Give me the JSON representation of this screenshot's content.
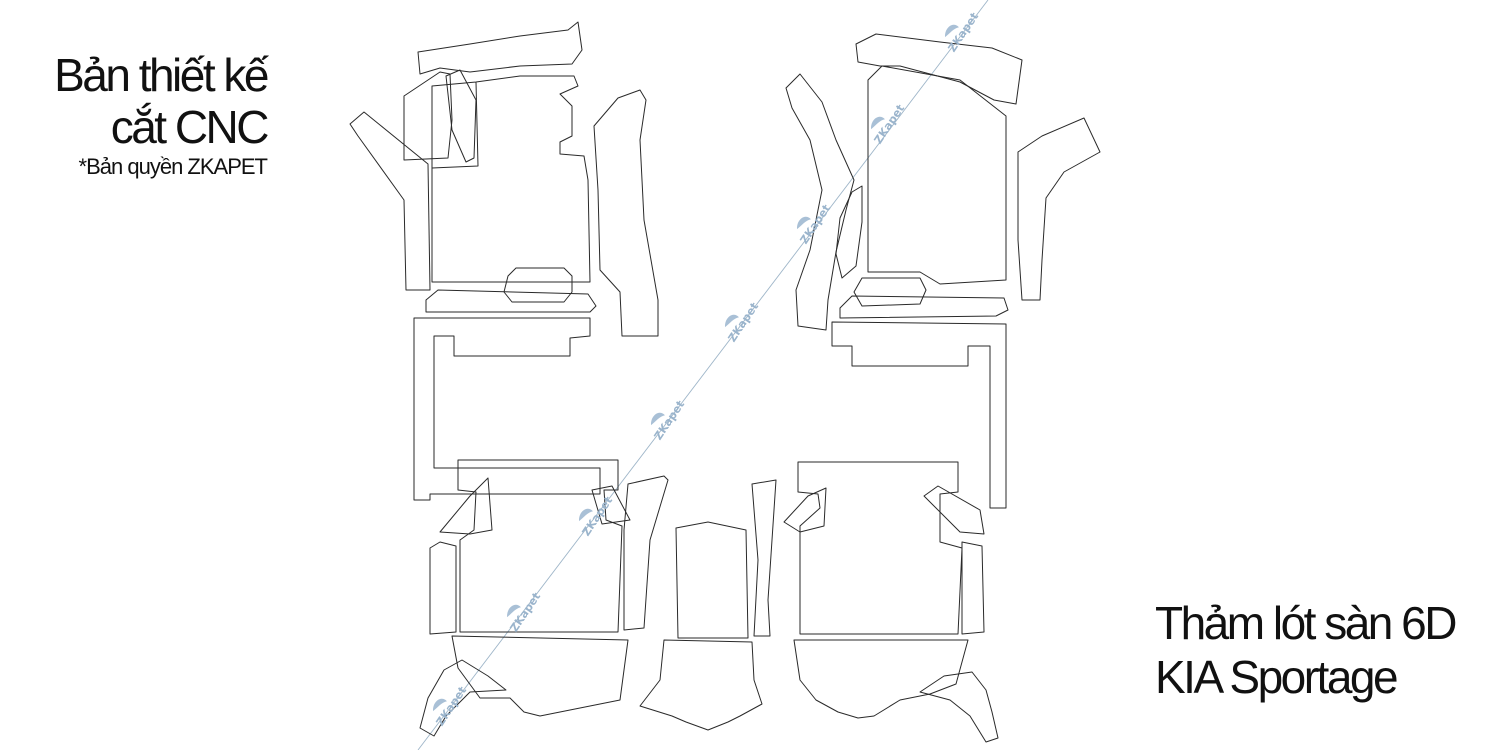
{
  "heading": {
    "line1": "Bản thiết kế",
    "line2": "cắt CNC",
    "copyright": "*Bản quyền ZKAPET"
  },
  "product": {
    "line1": "Thảm lót sàn 6D",
    "line2": "KIA Sportage"
  },
  "watermark": {
    "text": "ZKapet",
    "color": "#9ab4cc"
  },
  "colors": {
    "outline": "#2a2a2a",
    "background": "#ffffff"
  }
}
